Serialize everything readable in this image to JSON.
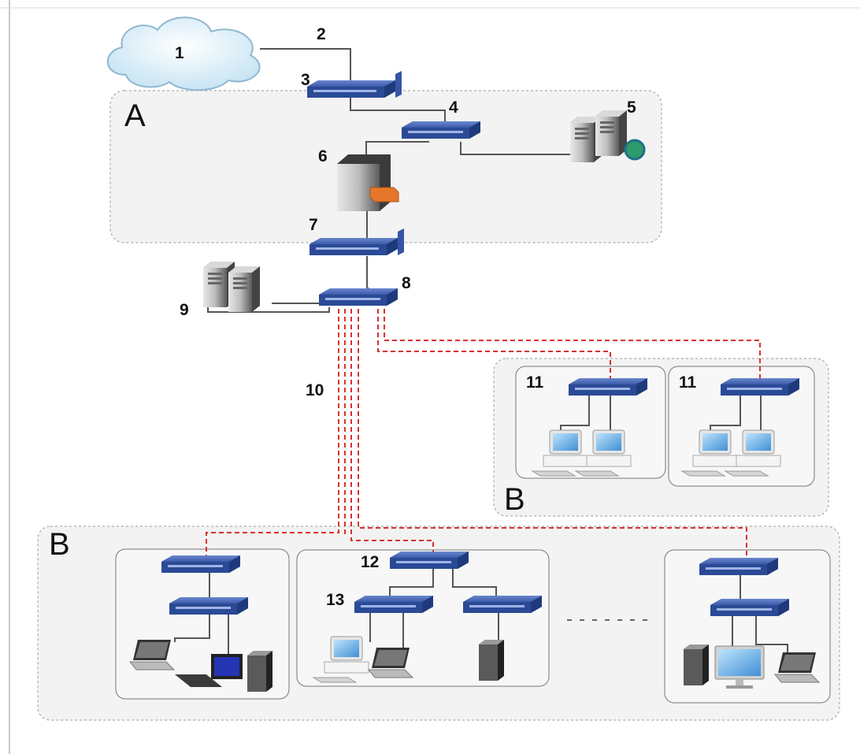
{
  "diagram": {
    "labels": {
      "n1": "1",
      "n2": "2",
      "n3": "3",
      "n4": "4",
      "n5": "5",
      "n6": "6",
      "n7": "7",
      "n8": "8",
      "n9": "9",
      "n10": "10",
      "n11a": "11",
      "n11b": "11",
      "n12": "12",
      "n13": "13",
      "zoneA": "A",
      "zoneB_right": "B",
      "zoneB_bottom": "B"
    },
    "colors": {
      "switch": "#2f4f9a",
      "switch_top": "#5a78c0",
      "wire": "#555555",
      "dashed": "#d9302c",
      "zone_fill": "#f2f2f2",
      "zone_border": "#9a9a9a",
      "cloud": "#d8ecf7"
    },
    "icons": [
      "cloud-icon",
      "switch-icon",
      "server-icon",
      "firewall-icon",
      "desktop-pc-icon",
      "laptop-icon",
      "monitor-icon",
      "tower-pc-icon"
    ]
  }
}
